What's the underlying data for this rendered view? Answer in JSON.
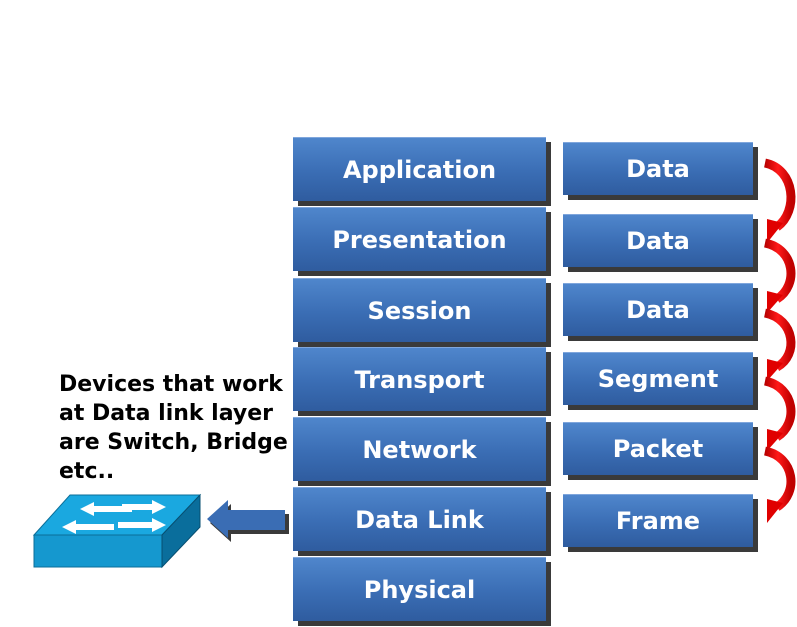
{
  "layers": [
    "Application",
    "Presentation",
    "Session",
    "Transport",
    "Network",
    "Data Link",
    "Physical"
  ],
  "pdus": [
    "Data",
    "Data",
    "Data",
    "Segment",
    "Packet",
    "Frame"
  ],
  "note": {
    "lines": [
      "Devices that work",
      "at Data link layer",
      "are Switch, Bridge",
      "etc.."
    ]
  },
  "colors": {
    "box_blue": "#3a6db4",
    "shadow": "#3a3a3a",
    "arrow_red": "#e00000",
    "switch_cyan": "#1aa0d8"
  },
  "icons": [
    "network-switch-icon",
    "left-arrow-icon",
    "encapsulation-arrow-icon"
  ]
}
